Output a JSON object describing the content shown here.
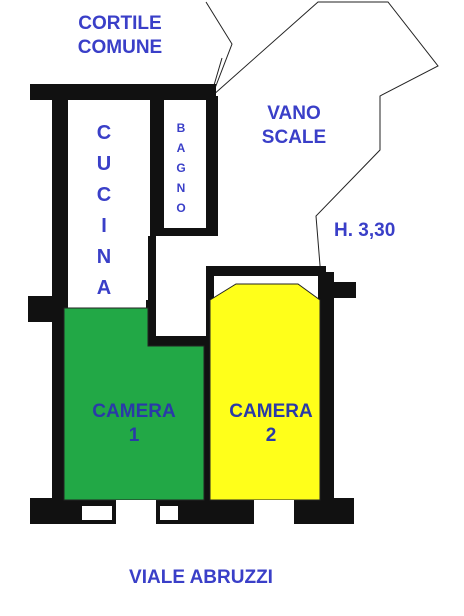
{
  "plan": {
    "labels": {
      "courtyard": [
        "CORTILE",
        "COMUNE"
      ],
      "stairwell": [
        "VANO",
        "SCALE"
      ],
      "kitchen": [
        "C",
        "U",
        "C",
        "I",
        "N",
        "A"
      ],
      "bathroom": [
        "B",
        "A",
        "G",
        "N",
        "O"
      ],
      "room1": [
        "CAMERA",
        "1"
      ],
      "room2": [
        "CAMERA",
        "2"
      ],
      "height": "H. 3,30",
      "street": "VIALE ABRUZZI"
    },
    "colors": {
      "text": "#3a3fc8",
      "walls": "#111111",
      "room1_fill": "#22a846",
      "room2_fill": "#ffff1a",
      "outline": "#222222"
    }
  }
}
